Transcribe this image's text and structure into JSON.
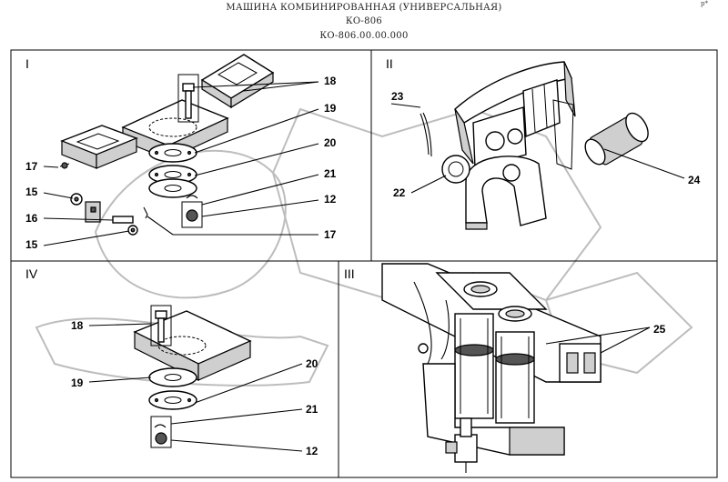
{
  "header": {
    "title": "МАШИНА КОМБИНИРОВАННАЯ (УНИВЕРСАЛЬНАЯ)",
    "model": "КО-806",
    "drawing_number": "КО-806.00.00.000",
    "corner_mark": "p*"
  },
  "watermark": "OPEX",
  "panels": [
    {
      "roman": "I"
    },
    {
      "roman": "II"
    },
    {
      "roman": "III"
    },
    {
      "roman": "IV"
    }
  ],
  "callouts": {
    "p1_18": "18",
    "p1_19": "19",
    "p1_20": "20",
    "p1_21": "21",
    "p1_12": "12",
    "p1_17a": "17",
    "p1_17b": "17",
    "p1_15a": "15",
    "p1_16": "16",
    "p1_15b": "15",
    "p2_23": "23",
    "p2_22": "22",
    "p2_24": "24",
    "p3_25": "25",
    "p4_18": "18",
    "p4_19": "19",
    "p4_20": "20",
    "p4_21": "21",
    "p4_12": "12"
  }
}
